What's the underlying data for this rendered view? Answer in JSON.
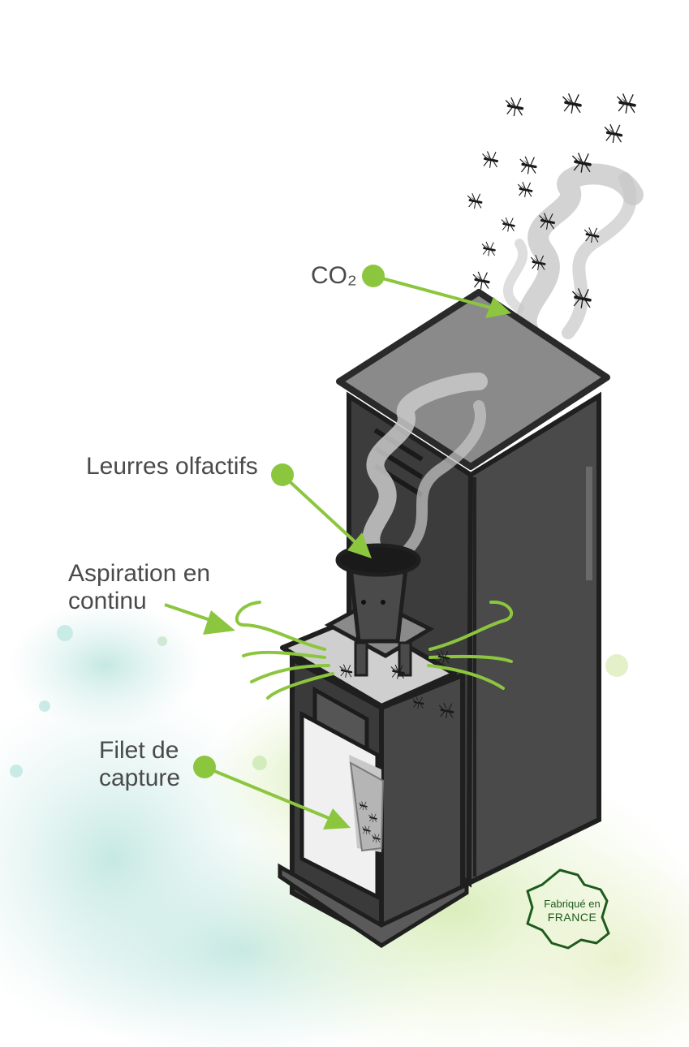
{
  "callouts": {
    "co2": "CO₂",
    "leurres": "Leurres olfactifs",
    "aspiration": [
      "Aspiration en",
      "continu"
    ],
    "filet": [
      "Filet de",
      "capture"
    ]
  },
  "badge": {
    "line1": "Fabriqué en",
    "line2": "FRANCE"
  },
  "colors": {
    "accent_green": "#8cc63f",
    "label_gray": "#4a4a4a",
    "cabinet_dark": "#404040",
    "badge_green": "#1e5a1e"
  },
  "icons": [
    "mosquito-icon",
    "smoke-plume",
    "france-map-icon"
  ]
}
